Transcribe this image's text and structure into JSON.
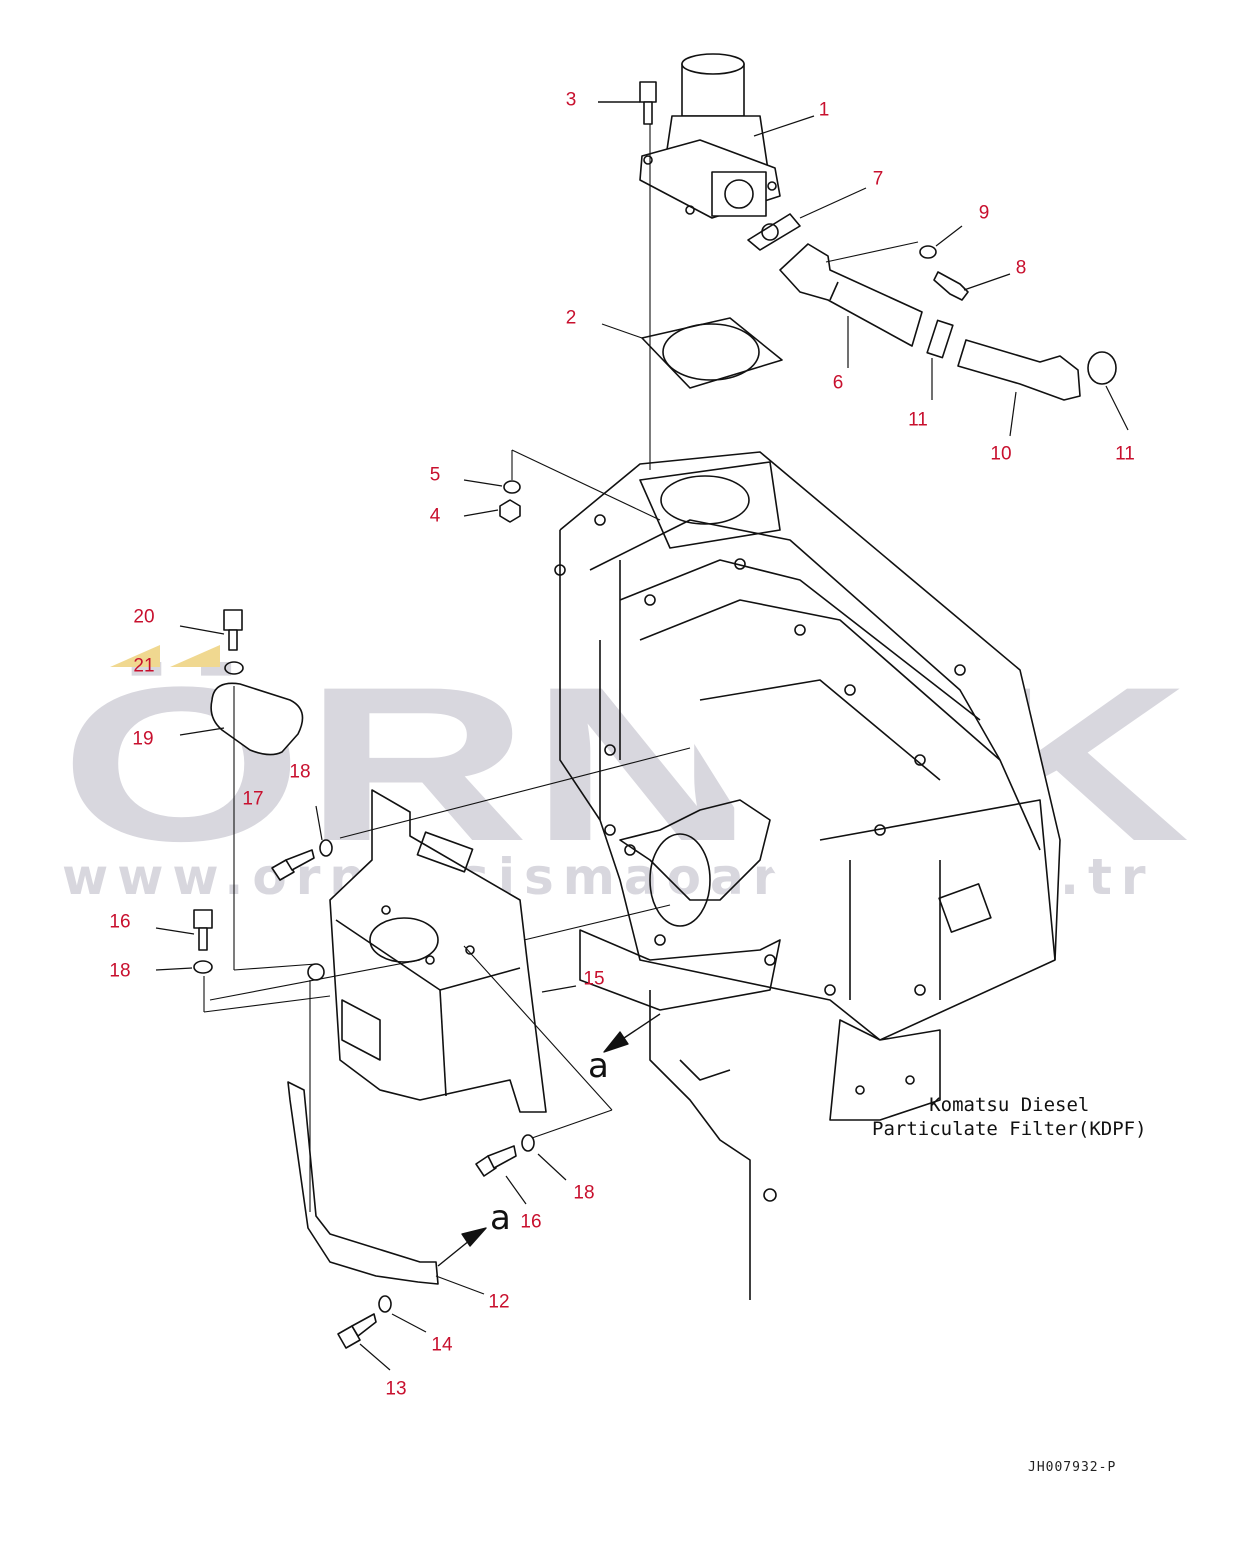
{
  "watermark": {
    "word": "ÖRNEK",
    "url": "www.orneksismaoarari.com.tr",
    "color": "#d8d7de",
    "accent": "#f0d890"
  },
  "caption": {
    "line1": "Komatsu Diesel",
    "line2": "Particulate Filter(KDPF)"
  },
  "drawing_number": "JH007932-P",
  "view_reference": "a",
  "callout_color": "#c8102e",
  "callouts": [
    {
      "id": "c1",
      "label": "1"
    },
    {
      "id": "c2",
      "label": "2"
    },
    {
      "id": "c3",
      "label": "3"
    },
    {
      "id": "c4",
      "label": "4"
    },
    {
      "id": "c5",
      "label": "5"
    },
    {
      "id": "c6",
      "label": "6"
    },
    {
      "id": "c7",
      "label": "7"
    },
    {
      "id": "c8",
      "label": "8"
    },
    {
      "id": "c9",
      "label": "9"
    },
    {
      "id": "c10",
      "label": "10"
    },
    {
      "id": "c11a",
      "label": "11"
    },
    {
      "id": "c11b",
      "label": "11"
    },
    {
      "id": "c12",
      "label": "12"
    },
    {
      "id": "c13",
      "label": "13"
    },
    {
      "id": "c14",
      "label": "14"
    },
    {
      "id": "c15",
      "label": "15"
    },
    {
      "id": "c16a",
      "label": "16"
    },
    {
      "id": "c16b",
      "label": "16"
    },
    {
      "id": "c17",
      "label": "17"
    },
    {
      "id": "c18a",
      "label": "18"
    },
    {
      "id": "c18b",
      "label": "18"
    },
    {
      "id": "c18c",
      "label": "18"
    },
    {
      "id": "c19",
      "label": "19"
    },
    {
      "id": "c20",
      "label": "20"
    },
    {
      "id": "c21",
      "label": "21"
    }
  ]
}
